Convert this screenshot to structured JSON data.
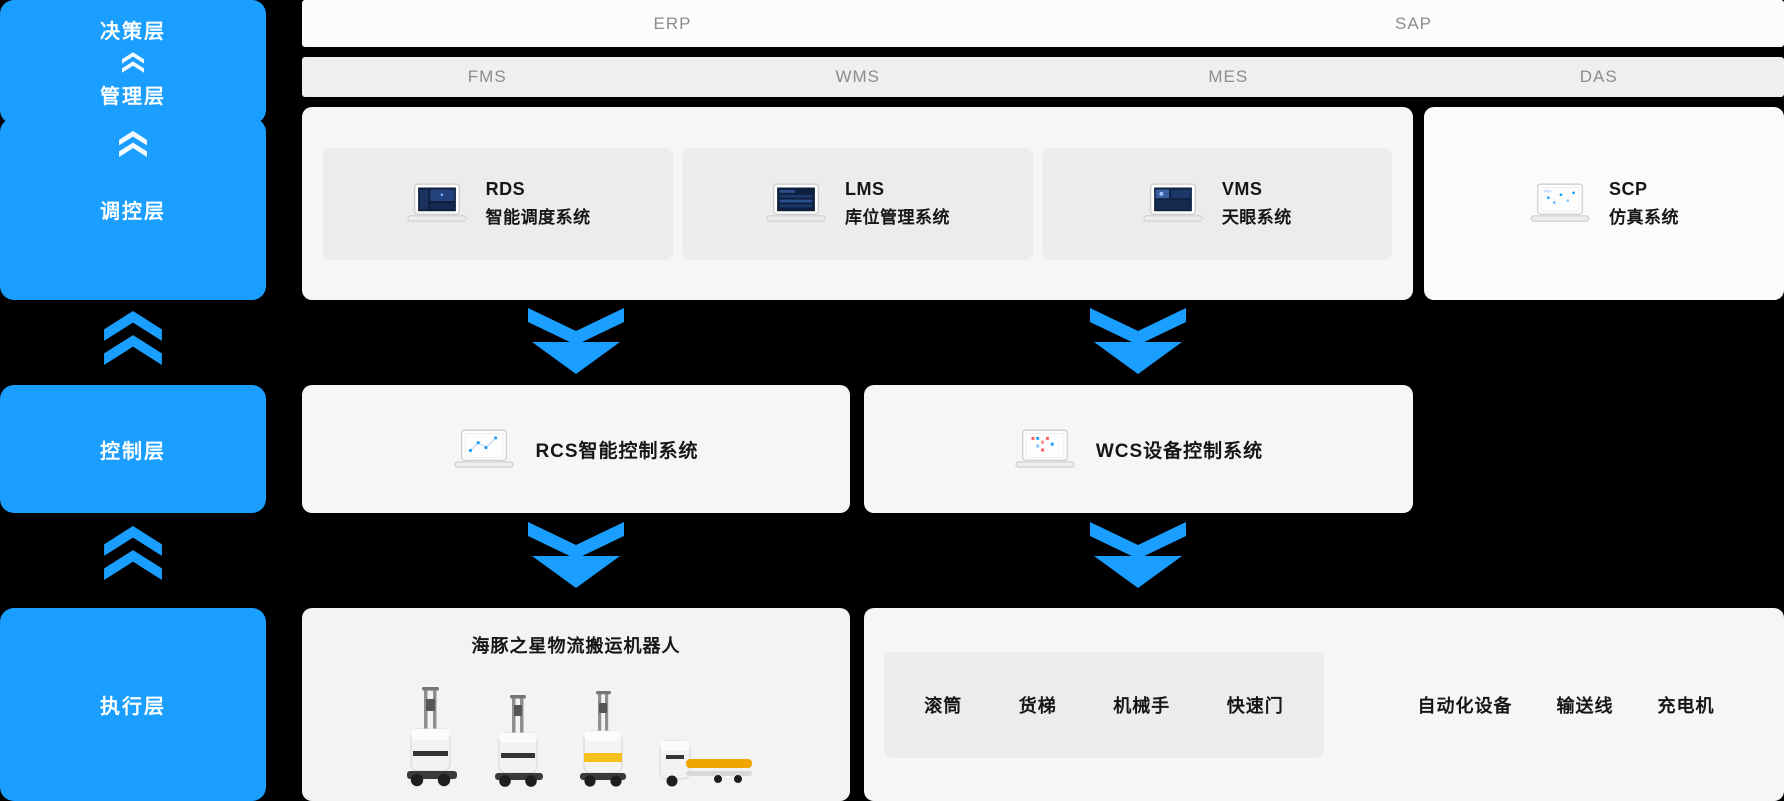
{
  "colors": {
    "accent": "#1A9EFF",
    "bg": "#000000",
    "panel": "#F6F6F6",
    "panel_inner": "#ECECEC",
    "panel_light": "#FBFBFB",
    "bar_text": "#8C8C8C",
    "text_dark": "#161616"
  },
  "left_layers": {
    "decision": "决策层",
    "management": "管理层",
    "regulation": "调控层",
    "control": "控制层",
    "execution": "执行层"
  },
  "top_bar": {
    "erp": "ERP",
    "sap": "SAP"
  },
  "second_bar": {
    "fms": "FMS",
    "wms": "WMS",
    "mes": "MES",
    "das": "DAS"
  },
  "regulation_row": {
    "cards": [
      {
        "abbr": "RDS",
        "name": "智能调度系统"
      },
      {
        "abbr": "LMS",
        "name": "库位管理系统"
      },
      {
        "abbr": "VMS",
        "name": "天眼系统"
      }
    ],
    "scp_abbr": "SCP",
    "scp_name": "仿真系统"
  },
  "control_row": {
    "rcs": "RCS智能控制系统",
    "wcs": "WCS设备控制系统"
  },
  "execution_row": {
    "robot_title": "海豚之星物流搬运机器人",
    "inner_devices": [
      "滚筒",
      "货梯",
      "机械手",
      "快速门"
    ],
    "outer_devices": [
      "自动化设备",
      "输送线",
      "充电机"
    ]
  }
}
